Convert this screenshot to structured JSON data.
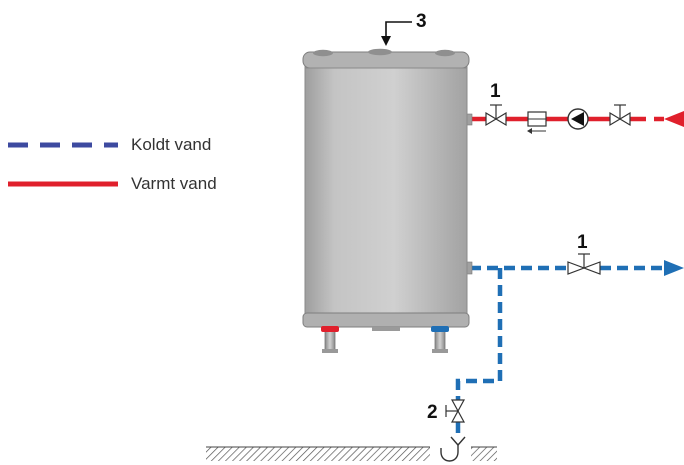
{
  "legend": {
    "cold": {
      "label": "Koldt vand",
      "color": "#3d4aa0"
    },
    "hot": {
      "label": "Varmt vand",
      "color": "#e0202c"
    }
  },
  "callouts": {
    "top_connection": "3",
    "hot_valve": "1",
    "cold_valve": "1",
    "drain_valve": "2"
  },
  "colors": {
    "hot_pipe": "#e0202c",
    "cold_pipe": "#1f6fb5",
    "tank_body": "#b8b8b8",
    "tank_edge": "#8a8a8a"
  }
}
